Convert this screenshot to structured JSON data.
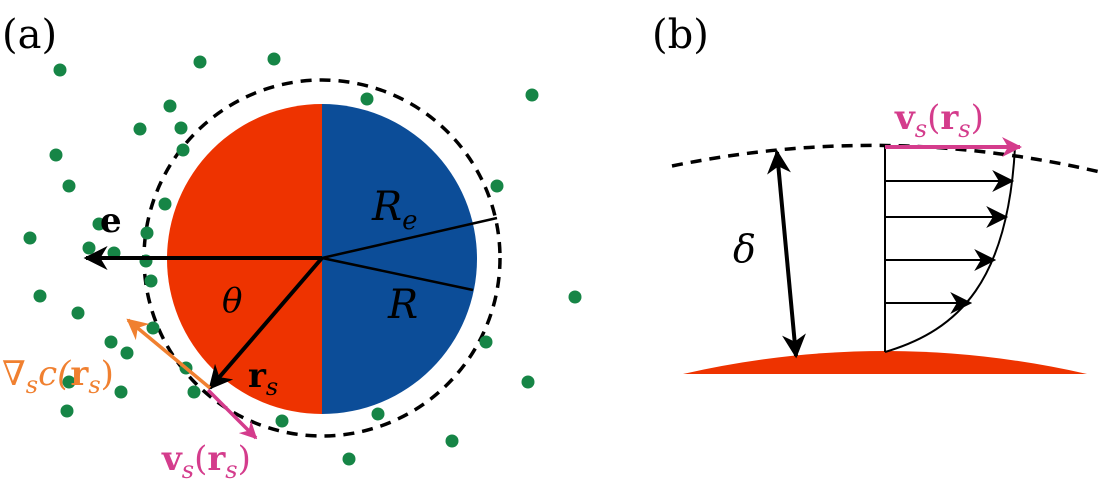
{
  "panel_a": {
    "label": "(a)",
    "colors": {
      "left_half": "#ee3300",
      "right_half": "#0c4d98",
      "particles": "#168546",
      "gradient": "#f08030",
      "velocity": "#d43c8c"
    },
    "labels": {
      "e": "e",
      "R_e_main": "R",
      "R_e_sub": "e",
      "R": "R",
      "theta": "θ",
      "r_s_main": "r",
      "r_s_sub": "s",
      "grad_nabla": "∇",
      "grad_sub": "s",
      "grad_c": "c(",
      "grad_r": "r",
      "grad_rsub": "s",
      "grad_close": ")",
      "v_main": "v",
      "v_sub": "s",
      "v_open": "(",
      "v_r": "r",
      "v_rsub": "s",
      "v_close": ")"
    }
  },
  "panel_b": {
    "label": "(b)",
    "labels": {
      "delta": "δ",
      "v_main": "v",
      "v_sub": "s",
      "v_open": "(",
      "v_r": "r",
      "v_rsub": "s",
      "v_close": ")"
    }
  }
}
